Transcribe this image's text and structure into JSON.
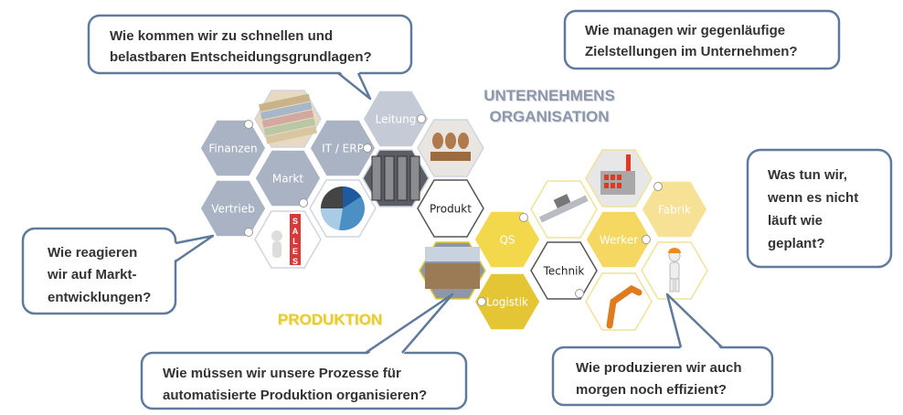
{
  "sections": {
    "organisation": [
      "UNTERNEHMENS",
      "ORGANISATION"
    ],
    "produktion": "PRODUKTION"
  },
  "hexagons": {
    "finanzen": "Finanzen",
    "markt": "Markt",
    "vertrieb": "Vertrieb",
    "it_erp": "IT / ERP",
    "leitung": "Leitung",
    "produkt": "Produkt",
    "qs": "QS",
    "logistik": "Logistik",
    "technik": "Technik",
    "werker": "Werker",
    "fabrik": "Fabrik"
  },
  "image_hexagons": [
    "money-photo",
    "pie-chart",
    "server-photo",
    "stamps-photo",
    "sales-figure",
    "warehouse-photo",
    "caliper-photo",
    "factory-icon",
    "robot-arm-photo",
    "worker-figure"
  ],
  "sales_letters": "SALES",
  "callouts": {
    "decisions": [
      "Wie kommen wir zu schnellen und",
      "belastbaren Entscheidungsgrundlagen?"
    ],
    "goals": [
      "Wie managen wir gegenläufige",
      "Zielstellungen im Unternehmen?"
    ],
    "unplanned": [
      "Was tun wir,",
      "wenn es nicht",
      "läuft wie",
      "geplant?"
    ],
    "market": [
      "Wie reagieren",
      "wir auf Markt-",
      "entwicklungen?"
    ],
    "processes": [
      "Wie müssen wir unsere Prozesse für",
      "automatisierte Produktion organisieren?"
    ],
    "efficiency": [
      "Wie produzieren wir auch",
      "morgen noch effizient?"
    ]
  },
  "colors": {
    "callout_border": "#5f7a9c",
    "gray_hex": "#a9b3c3",
    "gray_hex_light": "#c4cbd7",
    "yellow_qs": "#f4d84b",
    "yellow_logistik": "#e4c635",
    "yellow_werker": "#f4d862",
    "yellow_fabrik": "#f7e194",
    "organisation_title": "#8c97aa",
    "produktion_title": "#e8cc2e"
  }
}
